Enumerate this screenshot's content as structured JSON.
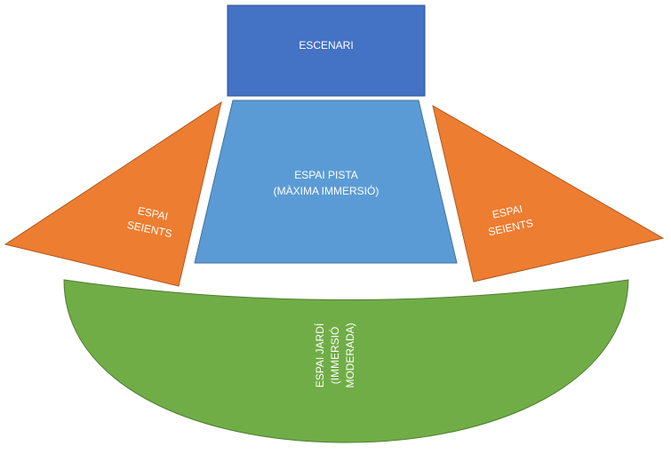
{
  "stage": {
    "label": "ESCENARI",
    "color": "#4472C4",
    "border": "#2F528F"
  },
  "pista": {
    "line1": "ESPAI PISTA",
    "line2": "(MÀXIMA IMMERSIÓ)",
    "color": "#5B9BD5",
    "border": "#41719C"
  },
  "seients_left": {
    "line1": "ESPAI",
    "line2": "SEIENTS",
    "color": "#ED7D31",
    "border": "#AE5A21"
  },
  "seients_right": {
    "line1": "ESPAI",
    "line2": "SEIENTS",
    "color": "#ED7D31",
    "border": "#AE5A21"
  },
  "jardi": {
    "line1": "ESPAI JARDÍ",
    "line2": "(IMMERSIÓ",
    "line3": "MODERADA)",
    "color": "#70AD47",
    "border": "#507E32"
  }
}
